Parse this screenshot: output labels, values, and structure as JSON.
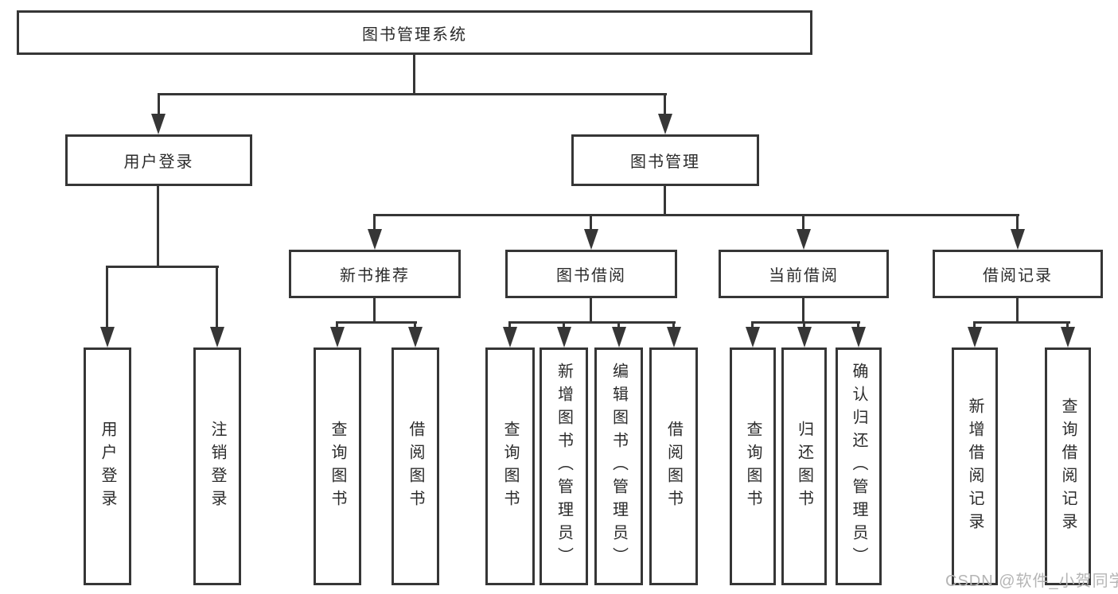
{
  "diagram_type": "hierarchy-tree",
  "colors": {
    "background": "#ffffff",
    "line": "#363636",
    "box_border": "#363636",
    "box_fill": "#ffffff",
    "text": "#2b2b2b",
    "watermark": "#b5b5b5"
  },
  "tree": {
    "root": {
      "id": "library-system",
      "label": "图书管理系统",
      "children": [
        {
          "id": "user-login",
          "label": "用户登录",
          "children": [
            {
              "id": "user-login-action",
              "label": "用户登录"
            },
            {
              "id": "logout-action",
              "label": "注销登录"
            }
          ]
        },
        {
          "id": "book-management",
          "label": "图书管理",
          "children": [
            {
              "id": "new-book-recommendation",
              "label": "新书推荐",
              "children": [
                {
                  "id": "recommend-query-books",
                  "label": "查询图书"
                },
                {
                  "id": "recommend-borrow-books",
                  "label": "借阅图书"
                }
              ]
            },
            {
              "id": "book-borrowing",
              "label": "图书借阅",
              "children": [
                {
                  "id": "borrowing-query-books",
                  "label": "查询图书"
                },
                {
                  "id": "borrowing-add-books-admin",
                  "label": "新增图书（管理员）"
                },
                {
                  "id": "borrowing-edit-books-admin",
                  "label": "编辑图书（管理员）"
                },
                {
                  "id": "borrowing-borrow-books",
                  "label": "借阅图书"
                }
              ]
            },
            {
              "id": "current-borrowing",
              "label": "当前借阅",
              "children": [
                {
                  "id": "current-query-books",
                  "label": "查询图书"
                },
                {
                  "id": "current-return-books",
                  "label": "归还图书"
                },
                {
                  "id": "current-confirm-return-admin",
                  "label": "确认归还（管理员）"
                }
              ]
            },
            {
              "id": "borrowing-records",
              "label": "借阅记录",
              "children": [
                {
                  "id": "records-add-record",
                  "label": "新增借阅记录"
                },
                {
                  "id": "records-query-record",
                  "label": "查询借阅记录"
                }
              ]
            }
          ]
        }
      ]
    }
  },
  "watermark": {
    "text": "CSDN @软件_小贺同学"
  }
}
